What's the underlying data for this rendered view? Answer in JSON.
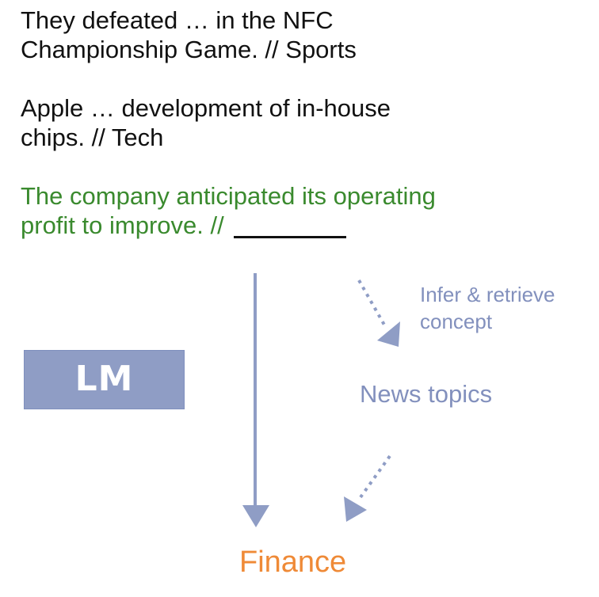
{
  "examples": [
    {
      "line1": "They defeated … in the NFC",
      "line2": "Championship Game. // Sports"
    },
    {
      "line1": "Apple … development of in-house",
      "line2": "chips. // Tech"
    }
  ],
  "query": {
    "line1": "The company anticipated its operating",
    "line2": "profit to improve. //"
  },
  "model_label": "LM",
  "annotation": {
    "line1": "Infer & retrieve",
    "line2": "concept"
  },
  "concept_label": "News topics",
  "answer": "Finance",
  "colors": {
    "query_text": "#3a8a2e",
    "diagram": "#8f9dc5",
    "answer": "#ef8a37"
  }
}
